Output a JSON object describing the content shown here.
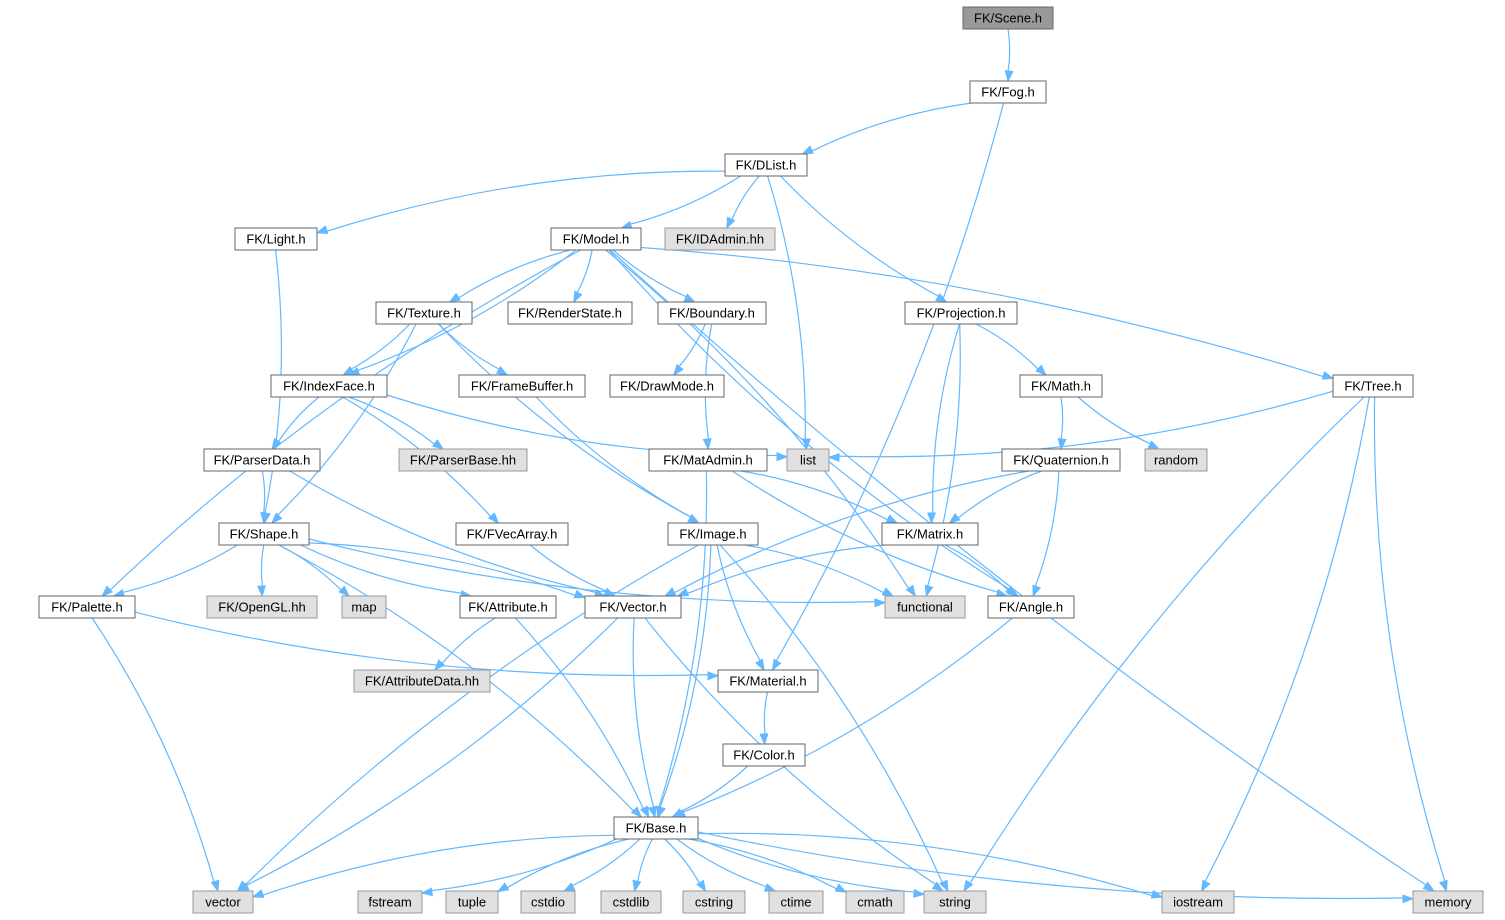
{
  "diagram": {
    "colors": {
      "root_fill": "#999999",
      "root_stroke": "#666666",
      "header_fill": "#ffffff",
      "header_stroke": "#666666",
      "system_fill": "#e0e0e0",
      "system_stroke": "#999999",
      "edge": "#63b8ff"
    },
    "nodes": [
      {
        "id": "scene",
        "label": "FK/Scene.h",
        "kind": "root"
      },
      {
        "id": "fog",
        "label": "FK/Fog.h",
        "kind": "header"
      },
      {
        "id": "dlist",
        "label": "FK/DList.h",
        "kind": "header"
      },
      {
        "id": "light",
        "label": "FK/Light.h",
        "kind": "header"
      },
      {
        "id": "model",
        "label": "FK/Model.h",
        "kind": "header"
      },
      {
        "id": "idadmin",
        "label": "FK/IDAdmin.hh",
        "kind": "system"
      },
      {
        "id": "texture",
        "label": "FK/Texture.h",
        "kind": "header"
      },
      {
        "id": "renderstate",
        "label": "FK/RenderState.h",
        "kind": "header"
      },
      {
        "id": "boundary",
        "label": "FK/Boundary.h",
        "kind": "header"
      },
      {
        "id": "projection",
        "label": "FK/Projection.h",
        "kind": "header"
      },
      {
        "id": "indexface",
        "label": "FK/IndexFace.h",
        "kind": "header"
      },
      {
        "id": "framebuffer",
        "label": "FK/FrameBuffer.h",
        "kind": "header"
      },
      {
        "id": "drawmode",
        "label": "FK/DrawMode.h",
        "kind": "header"
      },
      {
        "id": "math",
        "label": "FK/Math.h",
        "kind": "header"
      },
      {
        "id": "tree",
        "label": "FK/Tree.h",
        "kind": "header"
      },
      {
        "id": "parserdata",
        "label": "FK/ParserData.h",
        "kind": "header"
      },
      {
        "id": "parserbase",
        "label": "FK/ParserBase.hh",
        "kind": "system"
      },
      {
        "id": "list",
        "label": "list",
        "kind": "system"
      },
      {
        "id": "matadmin",
        "label": "FK/MatAdmin.h",
        "kind": "header"
      },
      {
        "id": "quaternion",
        "label": "FK/Quaternion.h",
        "kind": "header"
      },
      {
        "id": "random",
        "label": "random",
        "kind": "system"
      },
      {
        "id": "shape",
        "label": "FK/Shape.h",
        "kind": "header"
      },
      {
        "id": "fvecarray",
        "label": "FK/FVecArray.h",
        "kind": "header"
      },
      {
        "id": "image",
        "label": "FK/Image.h",
        "kind": "header"
      },
      {
        "id": "matrix",
        "label": "FK/Matrix.h",
        "kind": "header"
      },
      {
        "id": "palette",
        "label": "FK/Palette.h",
        "kind": "header"
      },
      {
        "id": "opengl",
        "label": "FK/OpenGL.hh",
        "kind": "system"
      },
      {
        "id": "map",
        "label": "map",
        "kind": "system"
      },
      {
        "id": "attribute",
        "label": "FK/Attribute.h",
        "kind": "header"
      },
      {
        "id": "vector_h",
        "label": "FK/Vector.h",
        "kind": "header"
      },
      {
        "id": "functional",
        "label": "functional",
        "kind": "system"
      },
      {
        "id": "angle",
        "label": "FK/Angle.h",
        "kind": "header"
      },
      {
        "id": "attributedata",
        "label": "FK/AttributeData.hh",
        "kind": "system"
      },
      {
        "id": "material",
        "label": "FK/Material.h",
        "kind": "header"
      },
      {
        "id": "color",
        "label": "FK/Color.h",
        "kind": "header"
      },
      {
        "id": "base",
        "label": "FK/Base.h",
        "kind": "header"
      },
      {
        "id": "vector",
        "label": "vector",
        "kind": "system"
      },
      {
        "id": "fstream",
        "label": "fstream",
        "kind": "system"
      },
      {
        "id": "tuple",
        "label": "tuple",
        "kind": "system"
      },
      {
        "id": "cstdio",
        "label": "cstdio",
        "kind": "system"
      },
      {
        "id": "cstdlib",
        "label": "cstdlib",
        "kind": "system"
      },
      {
        "id": "cstring",
        "label": "cstring",
        "kind": "system"
      },
      {
        "id": "ctime",
        "label": "ctime",
        "kind": "system"
      },
      {
        "id": "cmath",
        "label": "cmath",
        "kind": "system"
      },
      {
        "id": "string",
        "label": "string",
        "kind": "system"
      },
      {
        "id": "iostream",
        "label": "iostream",
        "kind": "system"
      },
      {
        "id": "memory",
        "label": "memory",
        "kind": "system"
      }
    ],
    "edges": [
      [
        "scene",
        "fog"
      ],
      [
        "fog",
        "dlist"
      ],
      [
        "fog",
        "material"
      ],
      [
        "dlist",
        "light"
      ],
      [
        "dlist",
        "model"
      ],
      [
        "dlist",
        "idadmin"
      ],
      [
        "dlist",
        "list"
      ],
      [
        "dlist",
        "projection"
      ],
      [
        "light",
        "shape"
      ],
      [
        "model",
        "texture"
      ],
      [
        "model",
        "renderstate"
      ],
      [
        "model",
        "boundary"
      ],
      [
        "model",
        "indexface"
      ],
      [
        "model",
        "palette"
      ],
      [
        "model",
        "functional"
      ],
      [
        "model",
        "angle"
      ],
      [
        "model",
        "tree"
      ],
      [
        "model",
        "memory"
      ],
      [
        "texture",
        "indexface"
      ],
      [
        "texture",
        "framebuffer"
      ],
      [
        "texture",
        "shape"
      ],
      [
        "texture",
        "image"
      ],
      [
        "boundary",
        "drawmode"
      ],
      [
        "boundary",
        "matadmin"
      ],
      [
        "projection",
        "math"
      ],
      [
        "projection",
        "matrix"
      ],
      [
        "projection",
        "functional"
      ],
      [
        "indexface",
        "parserdata"
      ],
      [
        "indexface",
        "parserbase"
      ],
      [
        "indexface",
        "list"
      ],
      [
        "indexface",
        "fvecarray"
      ],
      [
        "framebuffer",
        "image"
      ],
      [
        "math",
        "quaternion"
      ],
      [
        "math",
        "random"
      ],
      [
        "tree",
        "list"
      ],
      [
        "tree",
        "memory"
      ],
      [
        "tree",
        "iostream"
      ],
      [
        "tree",
        "string"
      ],
      [
        "parserdata",
        "shape"
      ],
      [
        "parserdata",
        "vector_h"
      ],
      [
        "matadmin",
        "matrix"
      ],
      [
        "matadmin",
        "angle"
      ],
      [
        "matadmin",
        "base"
      ],
      [
        "quaternion",
        "matrix"
      ],
      [
        "quaternion",
        "angle"
      ],
      [
        "quaternion",
        "vector_h"
      ],
      [
        "shape",
        "palette"
      ],
      [
        "shape",
        "opengl"
      ],
      [
        "shape",
        "map"
      ],
      [
        "shape",
        "attribute"
      ],
      [
        "shape",
        "vector_h"
      ],
      [
        "shape",
        "functional"
      ],
      [
        "shape",
        "base"
      ],
      [
        "fvecarray",
        "vector_h"
      ],
      [
        "image",
        "functional"
      ],
      [
        "image",
        "material"
      ],
      [
        "image",
        "base"
      ],
      [
        "image",
        "vector"
      ],
      [
        "image",
        "string"
      ],
      [
        "matrix",
        "vector_h"
      ],
      [
        "matrix",
        "angle"
      ],
      [
        "palette",
        "material"
      ],
      [
        "palette",
        "vector"
      ],
      [
        "attribute",
        "attributedata"
      ],
      [
        "attribute",
        "base"
      ],
      [
        "vector_h",
        "base"
      ],
      [
        "vector_h",
        "vector"
      ],
      [
        "vector_h",
        "string"
      ],
      [
        "angle",
        "base"
      ],
      [
        "material",
        "color"
      ],
      [
        "color",
        "base"
      ],
      [
        "base",
        "vector"
      ],
      [
        "base",
        "fstream"
      ],
      [
        "base",
        "tuple"
      ],
      [
        "base",
        "cstdio"
      ],
      [
        "base",
        "cstdlib"
      ],
      [
        "base",
        "cstring"
      ],
      [
        "base",
        "ctime"
      ],
      [
        "base",
        "cmath"
      ],
      [
        "base",
        "string"
      ],
      [
        "base",
        "iostream"
      ],
      [
        "base",
        "memory"
      ]
    ]
  }
}
